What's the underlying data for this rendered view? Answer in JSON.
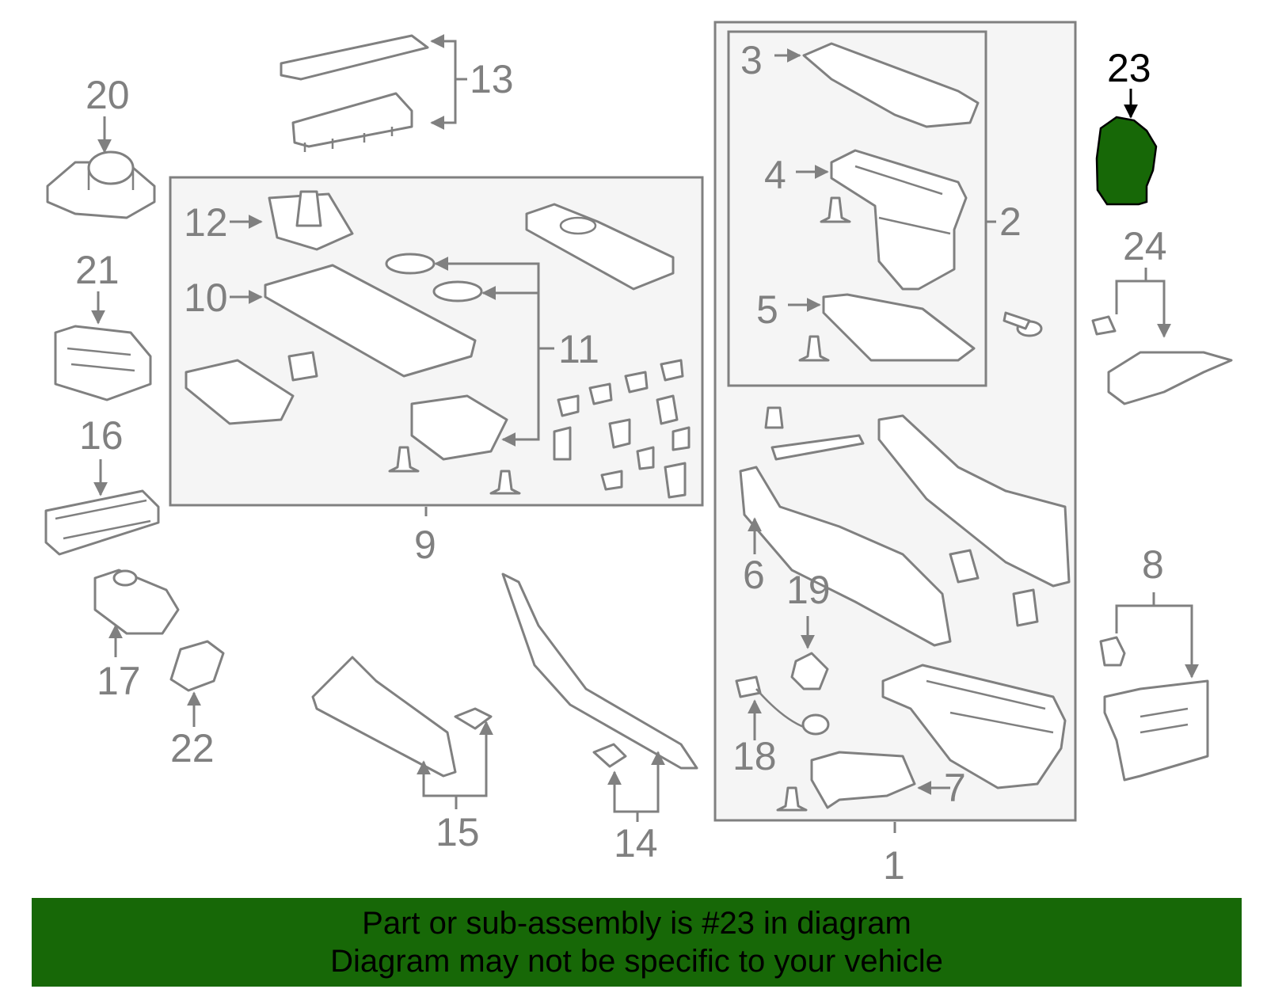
{
  "diagram": {
    "callouts": [
      "1",
      "2",
      "3",
      "4",
      "5",
      "6",
      "7",
      "8",
      "9",
      "10",
      "11",
      "12",
      "13",
      "14",
      "15",
      "16",
      "17",
      "18",
      "19",
      "20",
      "21",
      "22",
      "23",
      "24"
    ],
    "highlighted_part": "23",
    "highlight_color": "#176807",
    "line_color": "#808080",
    "group_fill": "#f5f5f5"
  },
  "banner": {
    "line1": "Part or sub-assembly is #23 in diagram",
    "line2": "Diagram may not be specific to your vehicle",
    "background": "#176807"
  }
}
